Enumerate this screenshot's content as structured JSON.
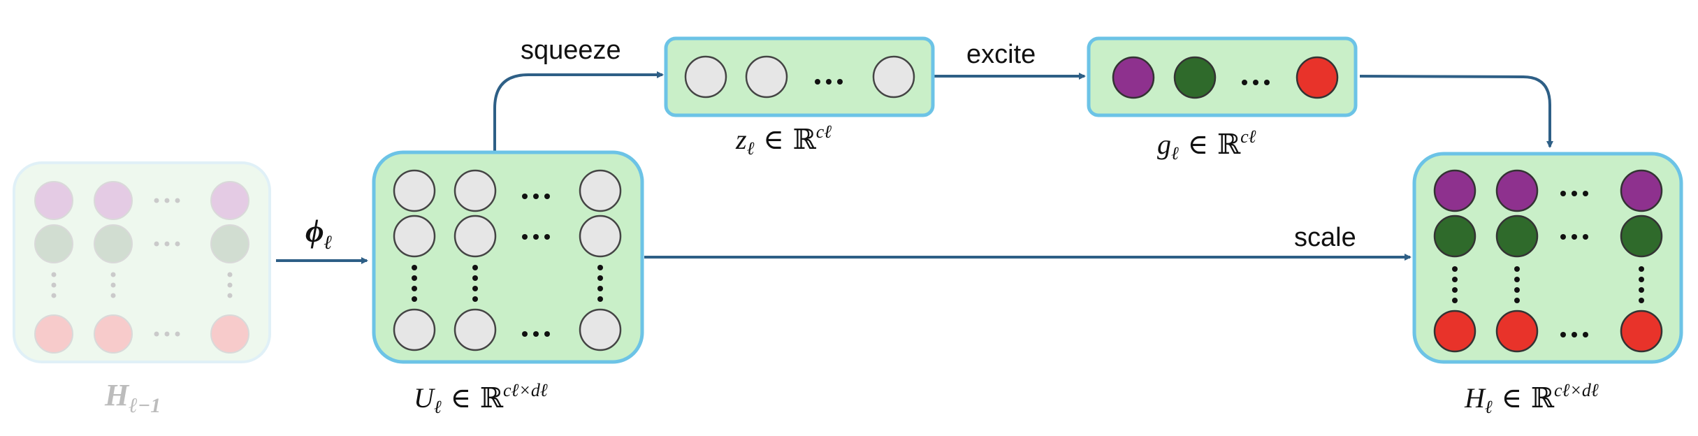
{
  "colors": {
    "box_fill": "#c9efc8",
    "box_stroke": "#6cc3e6",
    "arrow": "#2e5f86",
    "node_grey": "#e6e6e6",
    "node_purple": "#8e318e",
    "node_green": "#2f6a2b",
    "node_red": "#e8332a",
    "faded_purple": "#e3c9e3",
    "faded_green": "#cfdccf",
    "faded_red": "#f7c9c9"
  },
  "labels": {
    "squeeze": "squeeze",
    "excite": "excite",
    "scale": "scale",
    "phi_main": "ϕ",
    "phi_sub": "ℓ",
    "h_prev_main": "H",
    "h_prev_sub": "ℓ−1",
    "u_main": "U",
    "u_sub": "ℓ",
    "u_rel": " ∈ ℝ",
    "u_sup": "cℓ×dℓ",
    "z_main": "z",
    "z_sub": "ℓ",
    "z_rel": " ∈ ℝ",
    "z_sup": "cℓ",
    "g_main": "g",
    "g_sub": "ℓ",
    "g_rel": " ∈ ℝ",
    "g_sup": "cℓ",
    "h_main": "H",
    "h_sub": "ℓ",
    "h_rel": " ∈ ℝ",
    "h_sup": "cℓ×dℓ"
  }
}
